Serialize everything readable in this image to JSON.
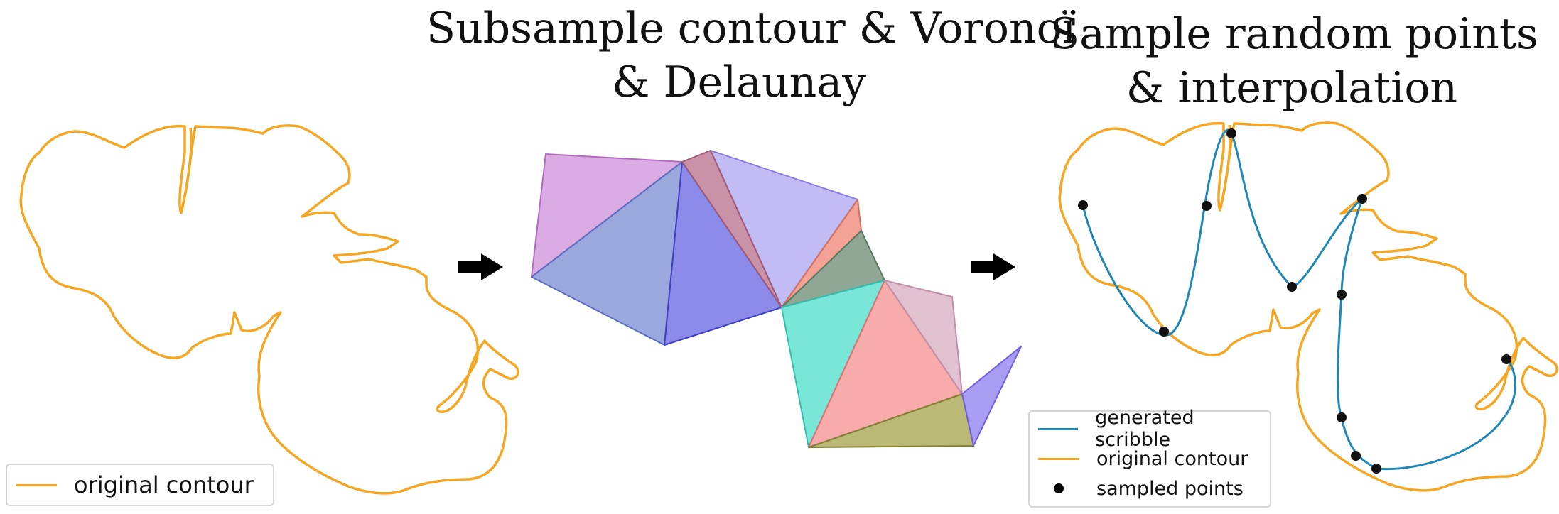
{
  "panels": {
    "middle": {
      "title_line1": "Subsample contour & Voronoï",
      "title_line2": "& Delaunay"
    },
    "right": {
      "title_line1": "Sample random points",
      "title_line2": "& interpolation"
    }
  },
  "legend_left": {
    "items": [
      {
        "label": "original contour",
        "color": "#f5a623"
      }
    ]
  },
  "legend_right": {
    "items": [
      {
        "label": "generated scribble",
        "color": "#1f86b8"
      },
      {
        "label": "original contour",
        "color": "#f5a623"
      },
      {
        "label": "sampled points",
        "color": "#000000"
      }
    ]
  },
  "colors": {
    "contour": "#f5a623",
    "scribble": "#1f86b8",
    "points": "#000000",
    "triangles": [
      "#c77fd6",
      "#7a8bd1",
      "#5c5ae0",
      "#a8a0f0",
      "#b86e8a",
      "#f08b7a",
      "#6b8a72",
      "#42dcc8",
      "#f48888",
      "#d4a6bc",
      "#9c9c3c",
      "#8a7ef0"
    ]
  },
  "arrows": [
    "arrow-1",
    "arrow-2"
  ]
}
